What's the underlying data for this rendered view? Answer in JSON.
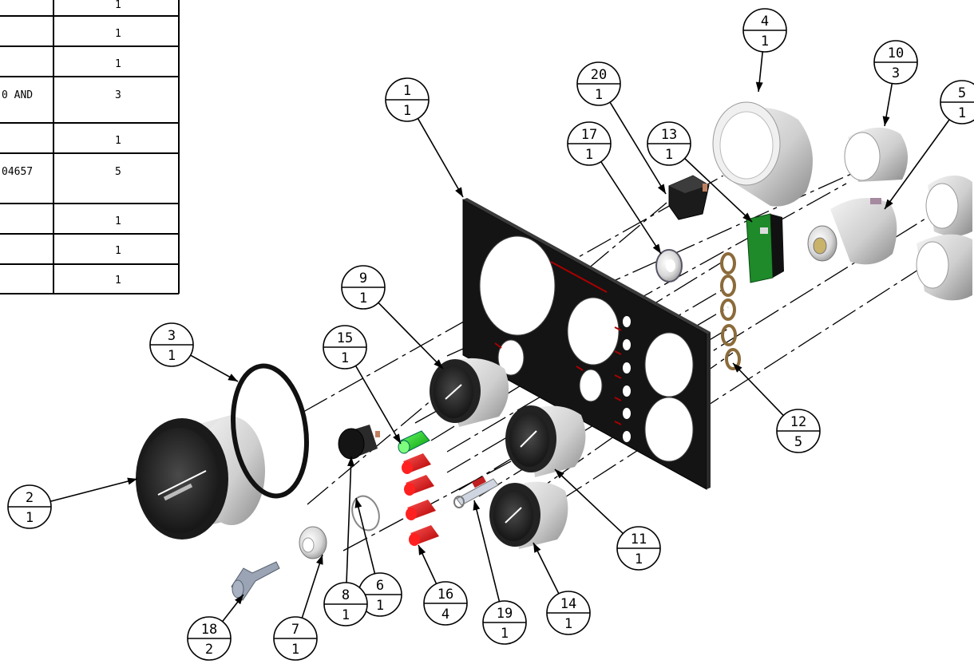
{
  "bom_table": {
    "rows": [
      {
        "description": "",
        "qty": "1"
      },
      {
        "description": "",
        "qty": "1"
      },
      {
        "description": "",
        "qty": "1"
      },
      {
        "description": "0 AND",
        "qty": "3"
      },
      {
        "description": "",
        "qty": "1"
      },
      {
        "description": "04657",
        "qty": "5"
      },
      {
        "description": "",
        "qty": "1"
      },
      {
        "description": "",
        "qty": "1"
      },
      {
        "description": "",
        "qty": "1"
      }
    ]
  },
  "balloons": [
    {
      "item": "1",
      "qty": "1"
    },
    {
      "item": "2",
      "qty": "1"
    },
    {
      "item": "3",
      "qty": "1"
    },
    {
      "item": "4",
      "qty": "1"
    },
    {
      "item": "5",
      "qty": "1"
    },
    {
      "item": "6",
      "qty": "1"
    },
    {
      "item": "7",
      "qty": "1"
    },
    {
      "item": "8",
      "qty": "1"
    },
    {
      "item": "9",
      "qty": "1"
    },
    {
      "item": "10",
      "qty": "3"
    },
    {
      "item": "11",
      "qty": "1"
    },
    {
      "item": "12",
      "qty": "5"
    },
    {
      "item": "13",
      "qty": "1"
    },
    {
      "item": "14",
      "qty": "1"
    },
    {
      "item": "15",
      "qty": "1"
    },
    {
      "item": "16",
      "qty": "4"
    },
    {
      "item": "17",
      "qty": "1"
    },
    {
      "item": "18",
      "qty": "2"
    },
    {
      "item": "19",
      "qty": "1"
    },
    {
      "item": "20",
      "qty": "1"
    }
  ]
}
